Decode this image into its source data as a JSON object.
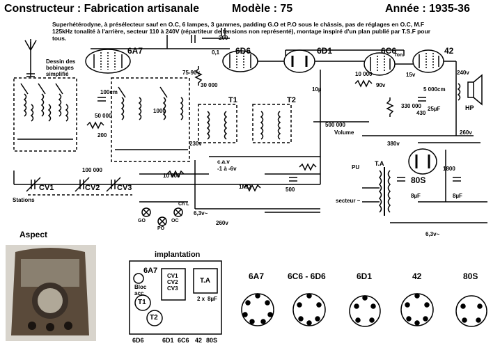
{
  "header": {
    "constructeur": "Constructeur : Fabrication artisanale",
    "modele": "Modèle : 75",
    "annee": "Année : 1935-36"
  },
  "description": "Superhétérodyne, à présélecteur sauf en O.C, 6 lampes, 3 gammes, padding G.O et P.O sous le châssis, pas de réglages en O.C, M.F 125kHz tonalité à l'arrière, secteur 110 à 240V (répartiteur de tensions non représenté), montage inspiré d'un plan publié par T.S.F pour tous.",
  "schematic": {
    "tubes": [
      "6A7",
      "6D6",
      "6D1",
      "6C6",
      "42",
      "80S"
    ],
    "labels": {
      "bobinages": "Dessin des bobinages simplifié",
      "stations": "Stations",
      "cv1": "CV1",
      "cv2": "CV2",
      "cv3": "CV3",
      "t1": "T1",
      "t2": "T2",
      "ta": "T.A",
      "hp": "HP",
      "volume": "Volume",
      "pu": "PU",
      "secteur": "secteur ~",
      "ton": "Ton.",
      "cav": "c.a.v",
      "cav_range": "-1 à -6v",
      "v75_90": "75-90v",
      "v230": "230v",
      "v260a": "260v",
      "v260b": "260v",
      "v240": "240v",
      "v380": "380v",
      "v90": "90v",
      "v15": "15v",
      "v63a": "6,3v~",
      "v63b": "6,3v~",
      "go": "GO",
      "po": "PO",
      "oc": "OC",
      "ch": "Ch L",
      "c200": "200",
      "c01": "0,1",
      "c100cm": "100cm",
      "r50000": "50 000",
      "r100000": "100 000",
      "r10000a": "10 000",
      "r10000b": "10 000",
      "r1M": "1MΩ",
      "r500000": "500 000",
      "r30000": "30 000",
      "c500": "500",
      "c5000": "5 000cm",
      "c25": "25µF",
      "c10": "10µ",
      "c1800": "1800",
      "c8a": "8µF",
      "c8b": "8µF",
      "r330000": "330 000",
      "r430": "430",
      "r1000": "1000",
      "r200": "200"
    }
  },
  "aspect_label": "Aspect",
  "implantation": {
    "title": "implantation",
    "items": [
      "6A7",
      "Bloc acc",
      "CV1",
      "CV2",
      "CV3",
      "T.A",
      "T1",
      "T2",
      "2 x",
      "8µF"
    ],
    "bottom_row": [
      "6D6",
      "6D1",
      "6C6",
      "42",
      "80S"
    ]
  },
  "bases": [
    "6A7",
    "6C6 - 6D6",
    "6D1",
    "42",
    "80S"
  ]
}
